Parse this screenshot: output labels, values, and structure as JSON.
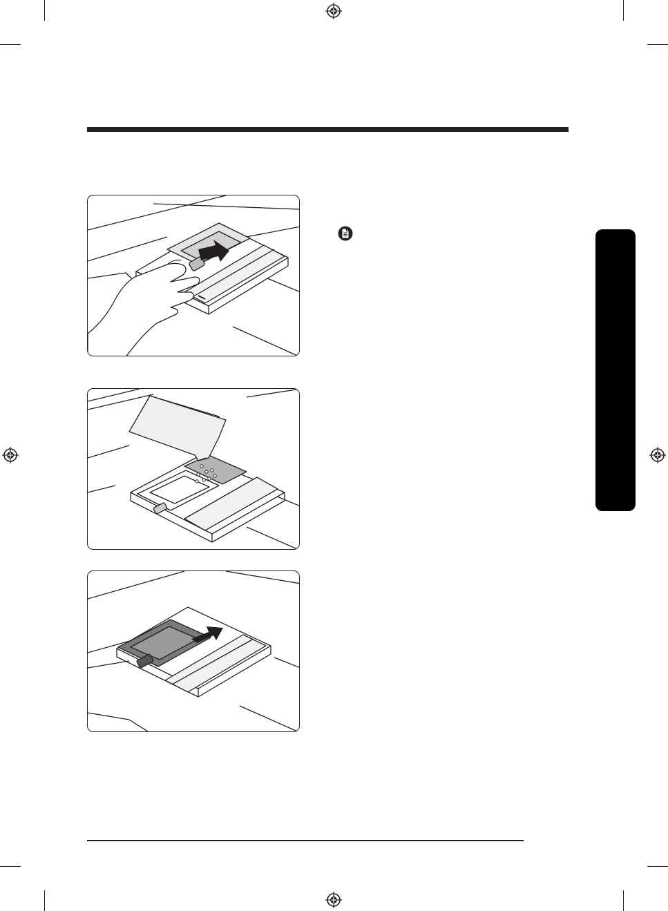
{
  "page": {
    "note_icon": "note-icon",
    "registration_mark": "crosshair-registration-icon",
    "side_tab_color": "#000000",
    "rule_color": "#231f20"
  },
  "figures": [
    {
      "icon": "open-detergent-dispenser-illustration"
    },
    {
      "icon": "add-detergent-illustration"
    },
    {
      "icon": "close-detergent-dispenser-illustration"
    }
  ]
}
